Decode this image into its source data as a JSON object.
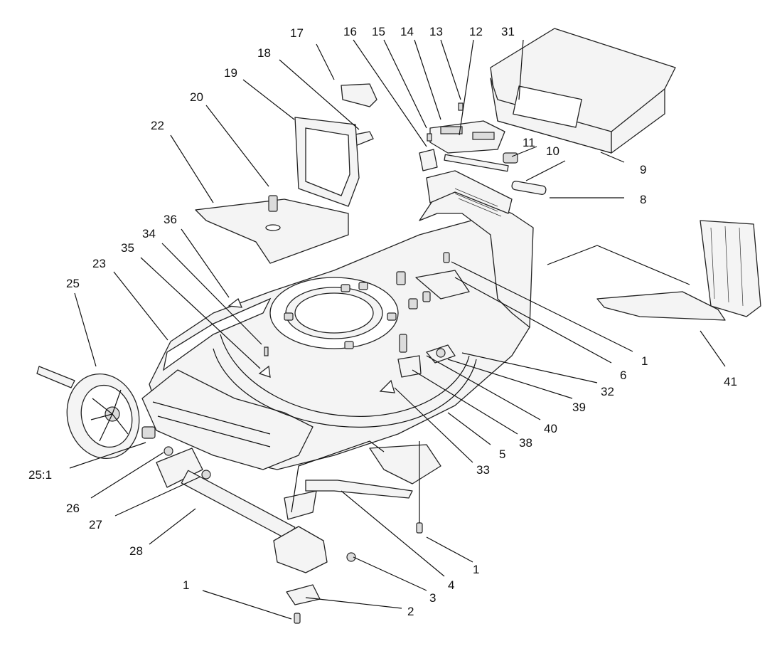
{
  "callouts": [
    {
      "label": "17"
    },
    {
      "label": "16"
    },
    {
      "label": "15"
    },
    {
      "label": "14"
    },
    {
      "label": "13"
    },
    {
      "label": "12"
    },
    {
      "label": "31"
    },
    {
      "label": "18"
    },
    {
      "label": "19"
    },
    {
      "label": "20"
    },
    {
      "label": "22"
    },
    {
      "label": "11"
    },
    {
      "label": "10"
    },
    {
      "label": "9"
    },
    {
      "label": "8"
    },
    {
      "label": "36"
    },
    {
      "label": "34"
    },
    {
      "label": "35"
    },
    {
      "label": "23"
    },
    {
      "label": "25"
    },
    {
      "label": "1"
    },
    {
      "label": "6"
    },
    {
      "label": "32"
    },
    {
      "label": "39"
    },
    {
      "label": "40"
    },
    {
      "label": "38"
    },
    {
      "label": "5"
    },
    {
      "label": "33"
    },
    {
      "label": "41"
    },
    {
      "label": "25:1"
    },
    {
      "label": "26"
    },
    {
      "label": "27"
    },
    {
      "label": "28"
    },
    {
      "label": "1"
    },
    {
      "label": "4"
    },
    {
      "label": "3"
    },
    {
      "label": "1"
    },
    {
      "label": "2"
    }
  ]
}
